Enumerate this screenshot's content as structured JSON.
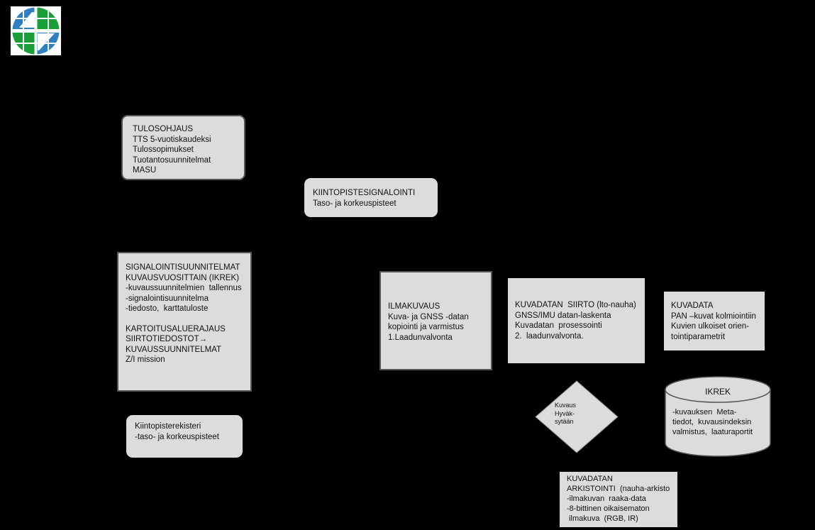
{
  "logo": {
    "colors": {
      "green": "#1a9e3a",
      "blue": "#2f7fc1",
      "white": "#ffffff"
    }
  },
  "boxes": {
    "tulosohjaus": [
      "TULOSOHJAUS",
      "TTS 5-vuotiskaudeksi",
      "Tulossopimukset",
      "Tuotantosuunnitelmat",
      "MASU"
    ],
    "kiintopistesignalointi": [
      "KIINTOPISTESIGNALOINTI",
      "Taso- ja korkeuspisteet"
    ],
    "signalointi_a": [
      "SIGNALOINTISUUNNITELMAT",
      "KUVAUSVUOSITTAIN (IKREK)",
      "-kuvaussuunnitelmien  tallennus",
      "-signalointisuunnitelma",
      "-tiedosto,  karttatuloste"
    ],
    "signalointi_b": [
      "KARTOITUSALUERAJAUS",
      "SIIRTOTIEDOSTOT→",
      "KUVAUSSUUNNITELMAT",
      "Z/I mission"
    ],
    "ilmakuvaus": [
      "ILMAKUVAUS",
      "Kuva- ja GNSS -datan",
      "kopiointi ja varmistus",
      "1.Laadunvalvonta"
    ],
    "kuvadatan_siirto": [
      "KUVADATAN  SIIRTO (lto-nauha)",
      "GNSS/IMU datan-laskenta",
      "Kuvadatan  prosessointi",
      "2.  laadunvalvonta."
    ],
    "kuvadata": [
      "KUVADATA",
      "PAN –kuvat kolmiointiin",
      "Kuvien ulkoiset orien-",
      "tointiparametrit"
    ],
    "kiintopisterekisteri": [
      "Kiintopisterekisteri",
      "-taso- ja korkeuspisteet"
    ],
    "arkistointi": [
      "KUVADATAN",
      "ARKISTOINTI  (nauha-arkisto",
      "-ilmakuvan  raaka-data",
      "-8-bittinen oikaisematon",
      " ilmakuva  (RGB, IR)"
    ]
  },
  "decision": [
    "Kuvaus",
    "Hyväk-",
    "sytään"
  ],
  "database": {
    "title": "IKREK",
    "lines": [
      "-kuvauksen  Meta-",
      "tiedot,  kuvausindeksin",
      "valmistus,  laaturaportit"
    ]
  }
}
